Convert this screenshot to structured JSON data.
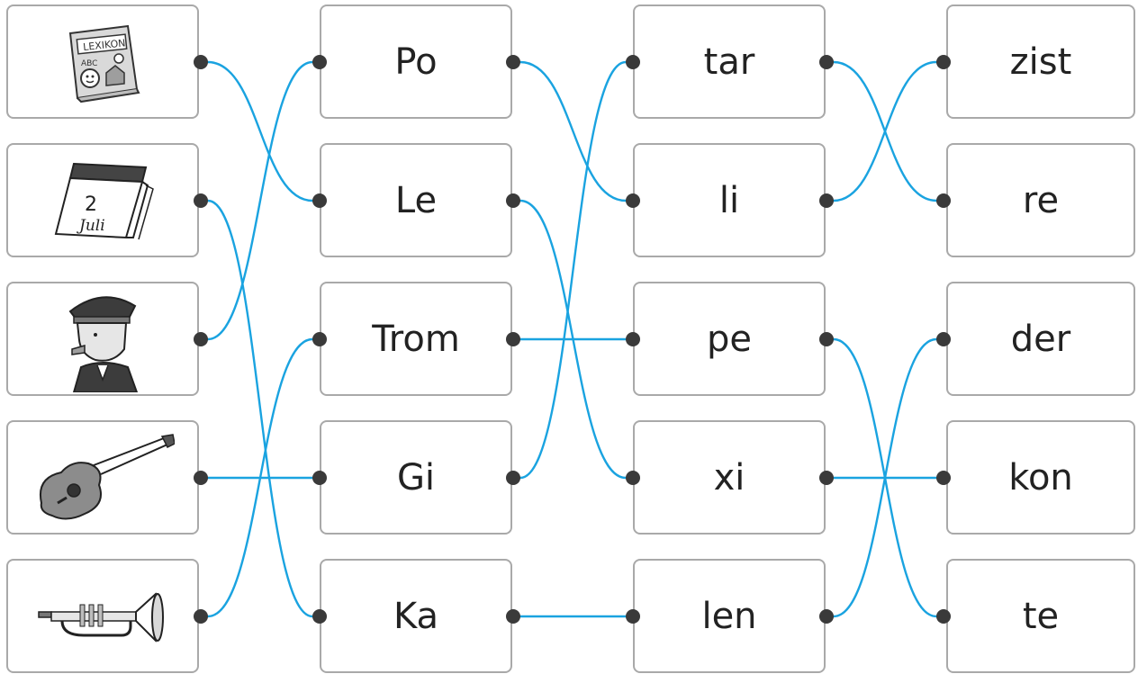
{
  "columns": [
    {
      "id": "pictures",
      "items": [
        {
          "icon": "lexikon-book-icon",
          "text": "LEXIKON",
          "subtext": "ABC"
        },
        {
          "icon": "calendar-icon",
          "text": "2",
          "subtext": "Juli"
        },
        {
          "icon": "police-officer-whistle-icon"
        },
        {
          "icon": "guitar-icon"
        },
        {
          "icon": "trumpet-icon"
        }
      ]
    },
    {
      "id": "syllable-1",
      "items": [
        "Po",
        "Le",
        "Trom",
        "Gi",
        "Ka"
      ]
    },
    {
      "id": "syllable-2",
      "items": [
        "tar",
        "li",
        "pe",
        "xi",
        "len"
      ]
    },
    {
      "id": "syllable-3",
      "items": [
        "zist",
        "re",
        "der",
        "kon",
        "te"
      ]
    }
  ],
  "connections": [
    {
      "from": [
        0,
        0
      ],
      "to": [
        1,
        1
      ]
    },
    {
      "from": [
        0,
        1
      ],
      "to": [
        1,
        4
      ]
    },
    {
      "from": [
        0,
        2
      ],
      "to": [
        1,
        0
      ]
    },
    {
      "from": [
        0,
        3
      ],
      "to": [
        1,
        3
      ]
    },
    {
      "from": [
        0,
        4
      ],
      "to": [
        1,
        2
      ]
    },
    {
      "from": [
        1,
        0
      ],
      "to": [
        2,
        1
      ]
    },
    {
      "from": [
        1,
        1
      ],
      "to": [
        2,
        3
      ]
    },
    {
      "from": [
        1,
        2
      ],
      "to": [
        2,
        2
      ]
    },
    {
      "from": [
        1,
        3
      ],
      "to": [
        2,
        0
      ]
    },
    {
      "from": [
        1,
        4
      ],
      "to": [
        2,
        4
      ]
    },
    {
      "from": [
        2,
        0
      ],
      "to": [
        3,
        1
      ]
    },
    {
      "from": [
        2,
        1
      ],
      "to": [
        3,
        0
      ]
    },
    {
      "from": [
        2,
        2
      ],
      "to": [
        3,
        4
      ]
    },
    {
      "from": [
        2,
        3
      ],
      "to": [
        3,
        3
      ]
    },
    {
      "from": [
        2,
        4
      ],
      "to": [
        3,
        2
      ]
    }
  ],
  "colors": {
    "line": "#1aa3e0",
    "dot": "#3a3a3a",
    "border": "#a9a9a9"
  }
}
